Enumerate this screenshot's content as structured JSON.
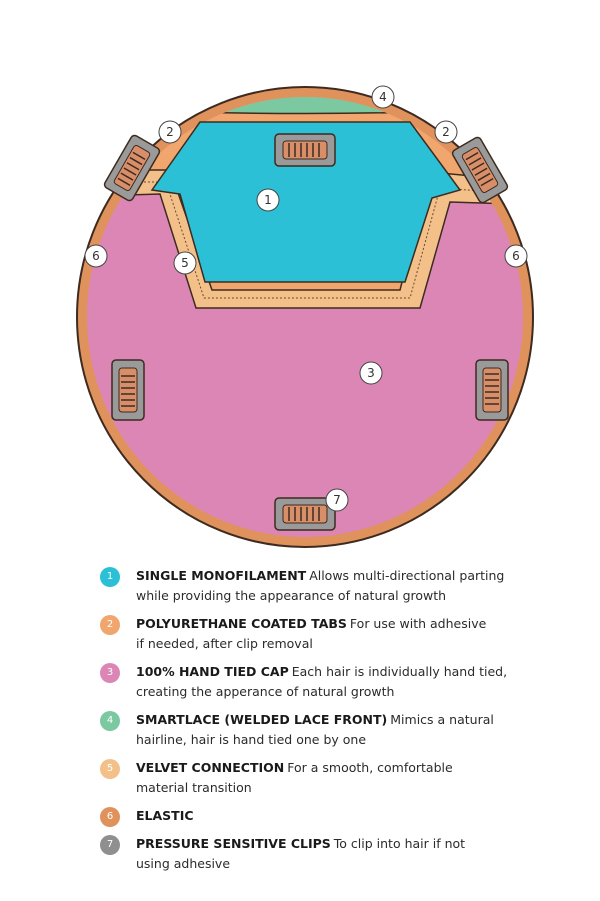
{
  "colors": {
    "monofilament": "#2bc0d6",
    "poly_tabs": "#f0a66c",
    "hand_tied": "#dc86b5",
    "smartlace": "#7cc8a0",
    "velvet": "#f3c08a",
    "elastic": "#e0925c",
    "clips": "#8f8f8f"
  },
  "markers": [
    "1",
    "2",
    "2",
    "3",
    "4",
    "5",
    "6",
    "6",
    "7"
  ],
  "legend": [
    {
      "number": "1",
      "title": "SINGLE MONOFILAMENT",
      "line1": "Allows multi-directional parting",
      "line2": "while providing the appearance of natural growth",
      "color": "#2bc0d6"
    },
    {
      "number": "2",
      "title": "POLYURETHANE COATED TABS",
      "line1": "For use with adhesive",
      "line2": "if needed, after clip removal",
      "color": "#f0a66c"
    },
    {
      "number": "3",
      "title": "100% HAND TIED CAP",
      "line1": "Each hair is individually hand tied,",
      "line2": "creating the apperance of natural growth",
      "color": "#dc86b5"
    },
    {
      "number": "4",
      "title": "SMARTLACE (WELDED LACE FRONT)",
      "line1": "Mimics a natural",
      "line2": "hairline, hair is hand tied one by one",
      "color": "#7cc8a0"
    },
    {
      "number": "5",
      "title": "VELVET CONNECTION",
      "line1": "For a smooth, comfortable",
      "line2": "material transition",
      "color": "#f3c08a"
    },
    {
      "number": "6",
      "title": "ELASTIC",
      "line1": "",
      "line2": "",
      "color": "#e0925c"
    },
    {
      "number": "7",
      "title": "PRESSURE SENSITIVE CLIPS",
      "line1": "To clip into hair if not",
      "line2": "using adhesive",
      "color": "#8f8f8f"
    }
  ]
}
